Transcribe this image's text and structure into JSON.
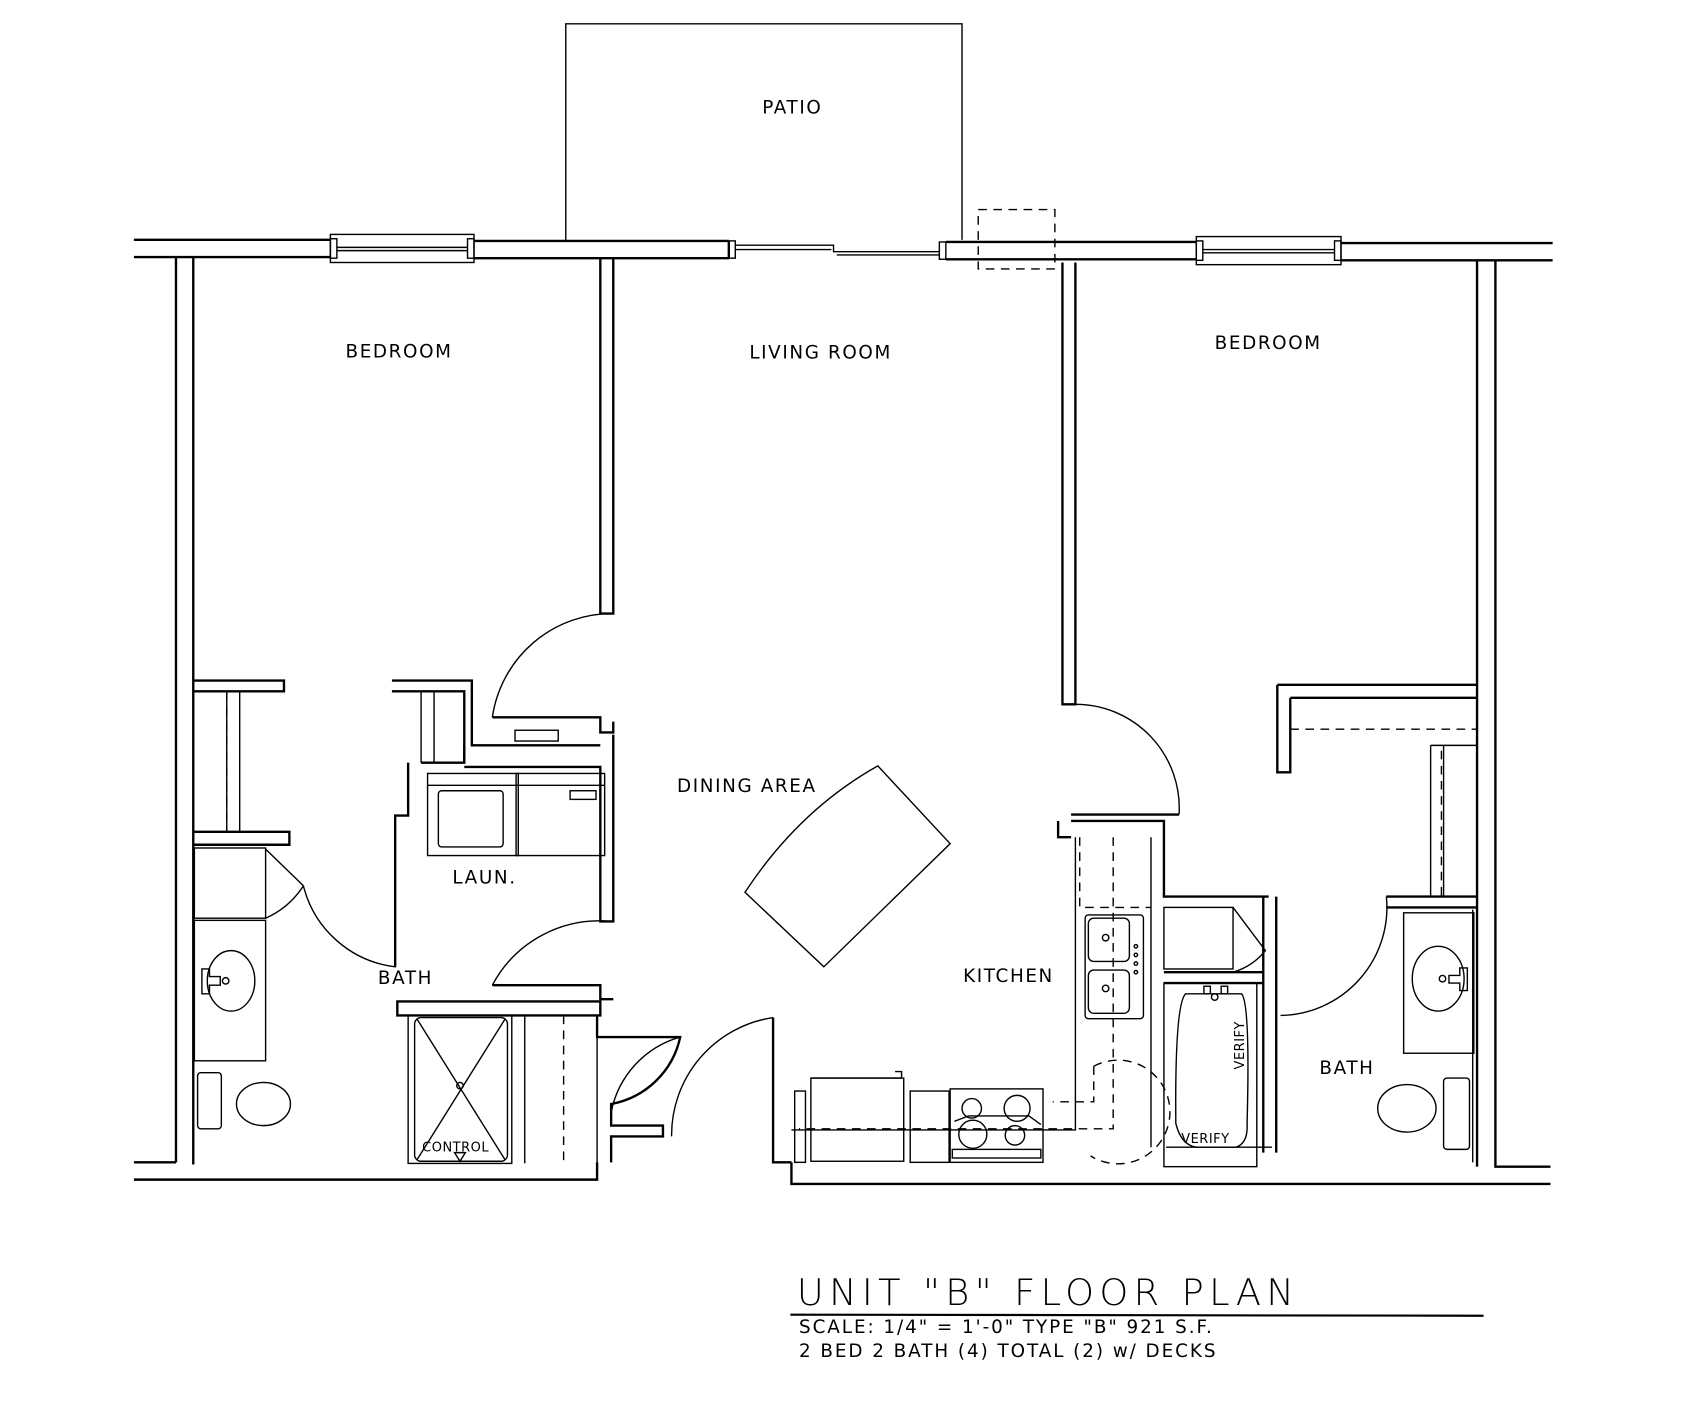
{
  "plan": {
    "title": "UNIT \"B\" FLOOR PLAN",
    "scale_line": "SCALE: 1/4\" = 1'-0\"   TYPE \"B\" 921 S.F.",
    "summary_line": "2 BED 2 BATH (4) TOTAL (2) w/ DECKS",
    "scale": "1/4\" = 1'-0\"",
    "unit_type": "B",
    "area_sf": 921,
    "bedrooms": 2,
    "bathrooms": 2
  },
  "rooms": {
    "patio": "PATIO",
    "bedroom_left": "BEDROOM",
    "living_room": "LIVING ROOM",
    "bedroom_right": "BEDROOM",
    "dining_area": "DINING AREA",
    "laundry": "LAUN.",
    "bath_left": "BATH",
    "kitchen": "KITCHEN",
    "bath_right": "BATH"
  },
  "annotations": {
    "control": "CONTROL",
    "verify_vertical": "VERIFY",
    "verify_horizontal": "VERIFY"
  },
  "colors": {
    "ink": "#000000",
    "paper": "#ffffff"
  }
}
